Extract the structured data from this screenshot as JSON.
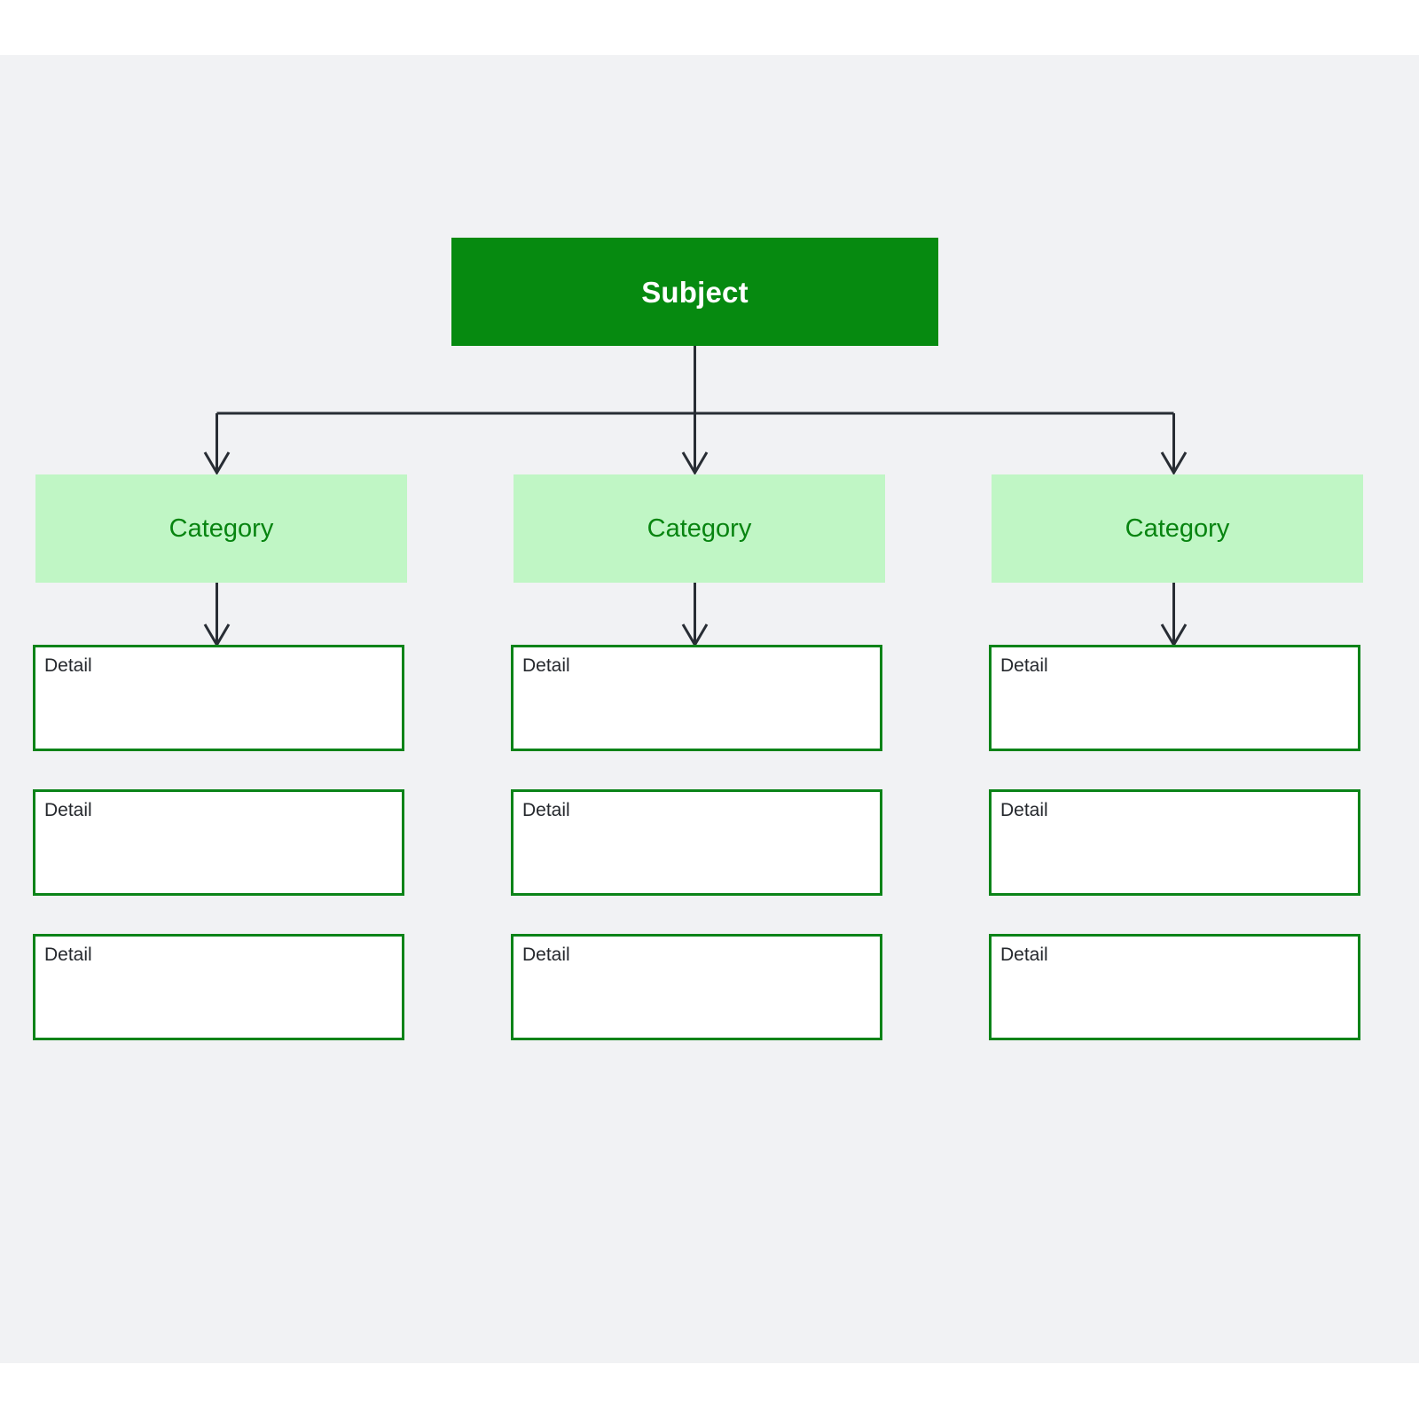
{
  "page": {
    "background_color": "#ffffff",
    "canvas_color": "#f1f2f4"
  },
  "diagram": {
    "type": "hierarchy-tree",
    "title_node": {
      "label": "Subject",
      "fill_color": "#068a10",
      "text_color": "#ffffff"
    },
    "level_colors": {
      "subject_fill": "#068a10",
      "category_fill": "#c0f6c5",
      "category_text": "#078410",
      "detail_border": "#0b8318",
      "detail_fill": "#ffffff",
      "detail_text": "#25282d",
      "connector": "#282d34"
    },
    "columns": [
      {
        "category": {
          "label": "Category"
        },
        "details": [
          {
            "label": "Detail"
          },
          {
            "label": "Detail"
          },
          {
            "label": "Detail"
          }
        ]
      },
      {
        "category": {
          "label": "Category"
        },
        "details": [
          {
            "label": "Detail"
          },
          {
            "label": "Detail"
          },
          {
            "label": "Detail"
          }
        ]
      },
      {
        "category": {
          "label": "Category"
        },
        "details": [
          {
            "label": "Detail"
          },
          {
            "label": "Detail"
          },
          {
            "label": "Detail"
          }
        ]
      }
    ]
  }
}
